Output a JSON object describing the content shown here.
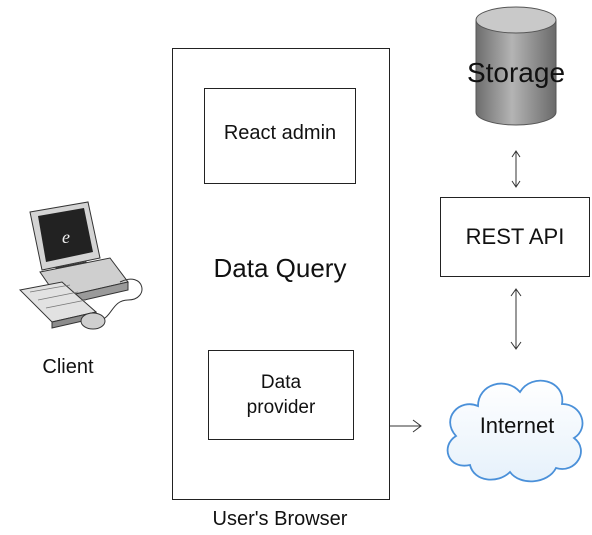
{
  "diagram": {
    "client_label": "Client",
    "browser_label": "User's Browser",
    "react_admin": "React admin",
    "data_query": "Data Query",
    "data_provider_line1": "Data",
    "data_provider_line2": "provider",
    "rest_api": "REST API",
    "internet": "Internet",
    "storage": "Storage",
    "icons": {
      "client": "computer-icon",
      "storage": "database-cylinder-icon",
      "internet": "cloud-icon"
    }
  }
}
